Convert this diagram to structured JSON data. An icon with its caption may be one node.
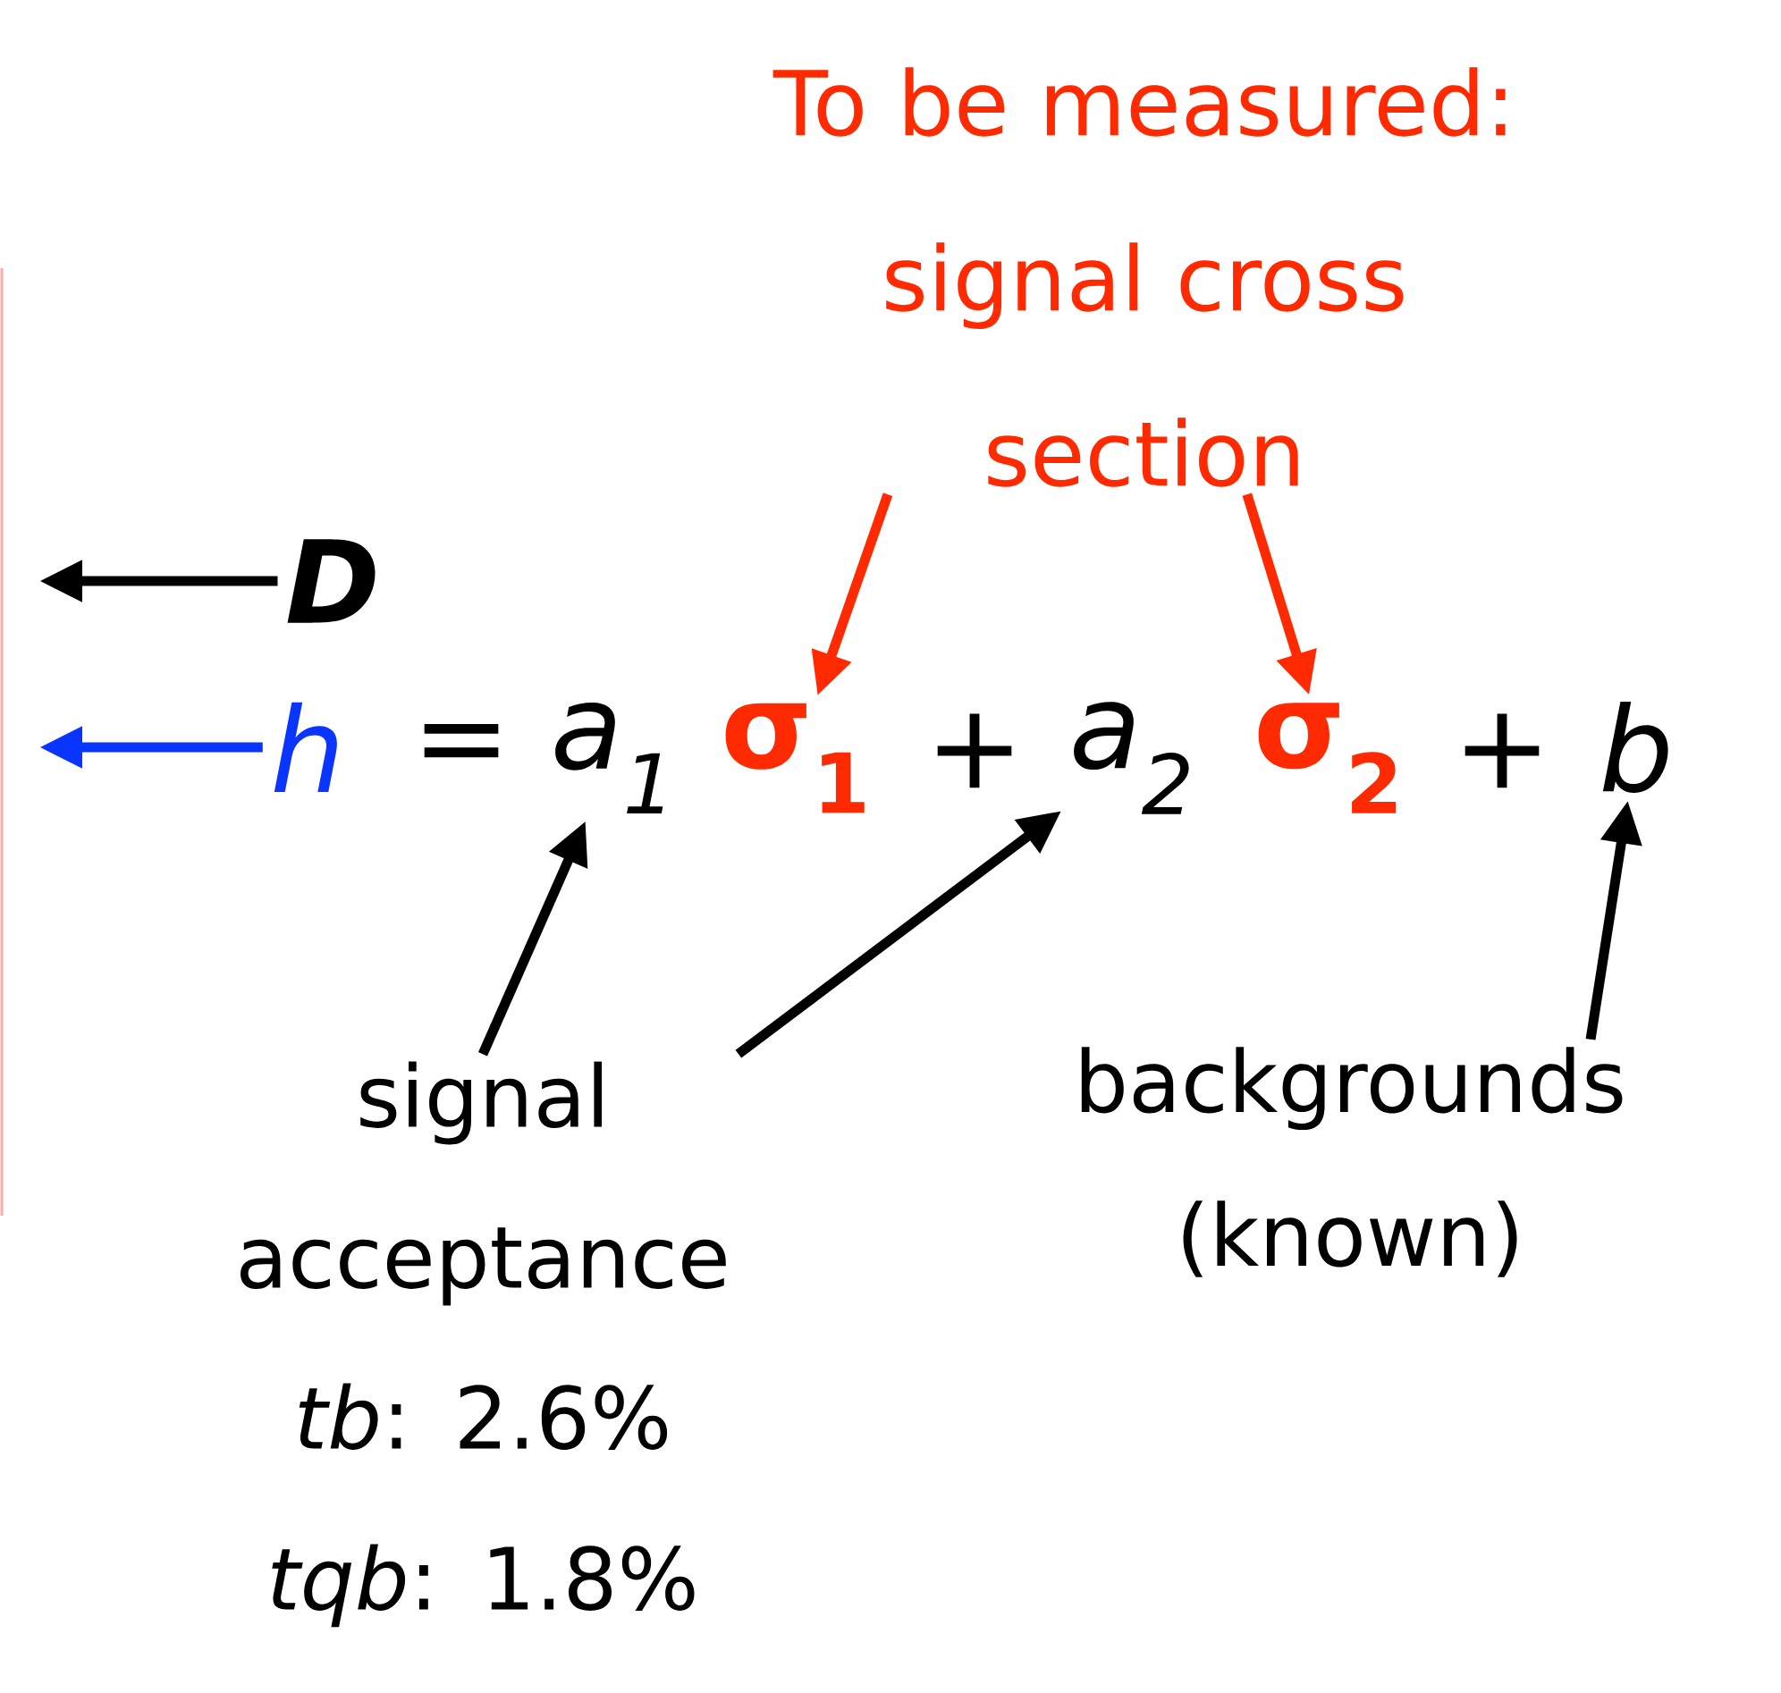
{
  "diagram": {
    "nodes": [
      {
        "text": [
          "To be measured: signal cross section"
        ]
      },
      {
        "text": [
          "D"
        ]
      },
      {
        "text": [
          "h"
        ]
      },
      {
        "text": [
          "a$_{1}$"
        ]
      },
      {
        "text": [
          "σ$_{1}$"
        ]
      },
      {
        "text": [
          "a$_{2}$"
        ]
      },
      {
        "text": [
          "σ$_{2}$"
        ]
      },
      {
        "text": [
          "b"
        ]
      },
      {
        "text": [
          "signal acceptance",
          "*tb*: 2.6%",
          "*tqb*: 1.8%"
        ]
      },
      {
        "text": [
          "backgrounds (known)"
        ]
      }
    ],
    "edges": [
      {
        "from": 0,
        "to": 4,
        "arrow": "to",
        "color": "#ff2a00"
      },
      {
        "from": 0,
        "to": 6,
        "arrow": "to",
        "color": "#ff2a00"
      },
      {
        "from": 1,
        "to": null,
        "arrow": "to"
      },
      {
        "from": 2,
        "to": null,
        "arrow": "to",
        "color": "#0a35ff"
      },
      {
        "from": 8,
        "to": 3,
        "arrow": "to"
      },
      {
        "from": 8,
        "to": 5,
        "arrow": "to"
      },
      {
        "from": 9,
        "to": 7,
        "arrow": "to"
      }
    ],
    "labels": [
      "=",
      "+",
      "+"
    ]
  }
}
